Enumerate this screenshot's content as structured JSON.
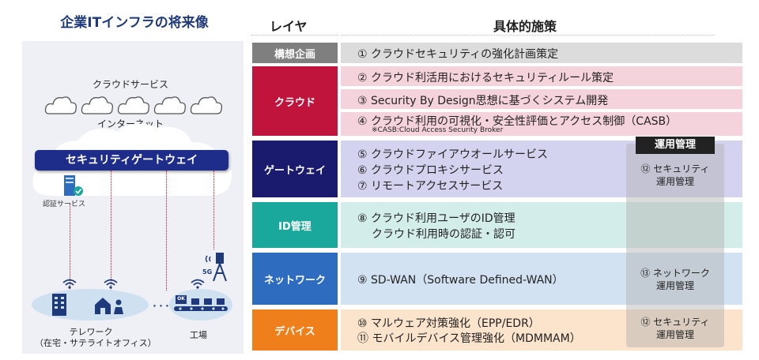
{
  "left": {
    "title": "企業ITインフラの将来像",
    "cloud_services": "クラウドサービス",
    "internet": "インターネット",
    "gateway": "セキュリティゲートウェイ",
    "auth_service": "認証サービス",
    "telework": "テレワーク",
    "telework_sub": "（在宅・サテライトオフィス）",
    "factory": "工場",
    "fiveg": "5G",
    "ok_badge": "OK"
  },
  "header": {
    "layer": "レイヤ",
    "measures": "具体的施策"
  },
  "rows": [
    {
      "layer": "構想企画",
      "color": "#7f7f7f",
      "bg": "#dcdcdc",
      "measures": [
        "① クラウドセキュリティの強化計画策定"
      ]
    },
    {
      "layer": "クラウド",
      "color": "#c0143c",
      "bg": "#f5d3dc",
      "measures": [
        "② クラウド利活用におけるセキュリティルール策定",
        "③ Security By Design思想に基づくシステム開発",
        "④ クラウド利用の可視化・安全性評価とアクセス制御（CASB）"
      ],
      "note": "※CASB:Cloud Access Security Broker"
    },
    {
      "layer": "ゲートウェイ",
      "color": "#1a1a6e",
      "bg": "#d3d3f0",
      "measures": [
        "⑤ クラウドファイアウオールサービス",
        "⑥ クラウドプロキシサービス",
        "⑦ リモートアクセスサービス"
      ]
    },
    {
      "layer": "ID管理",
      "color": "#1aa89c",
      "bg": "#d3eeea",
      "measures": [
        "⑧ クラウド利用ユーザのID管理",
        "クラウド利用時の認証・認可"
      ]
    },
    {
      "layer": "ネットワーク",
      "color": "#2e6cc0",
      "bg": "#d3e2f3",
      "measures": [
        "⑨ SD-WAN（Software Defined-WAN）"
      ]
    },
    {
      "layer": "デバイス",
      "color": "#ef7f1a",
      "bg": "#fbe3cc",
      "measures": [
        "⑩ マルウェア対策強化（EPP/EDR）",
        "⑪ モバイルデバイス管理強化（MDMMAM）"
      ]
    }
  ],
  "ops": {
    "header": "運用管理",
    "items": [
      {
        "line1": "⑫ セキュリティ",
        "line2": "運用管理"
      },
      {
        "line1": "⑬ ネットワーク",
        "line2": "運用管理"
      },
      {
        "line1": "⑫ セキュリティ",
        "line2": "運用管理"
      }
    ]
  }
}
